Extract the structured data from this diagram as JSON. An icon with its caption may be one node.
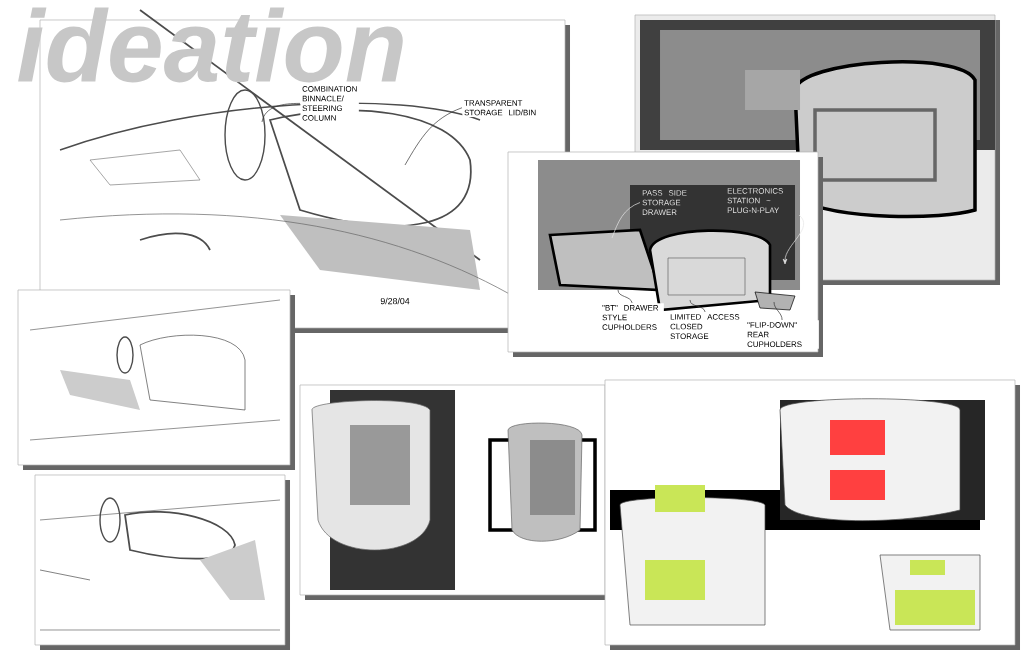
{
  "diagram": {
    "title": "ideation",
    "nodes": [
      {
        "text": [
          "COMBINATION BINNACLE/ STEERING COLUMN"
        ]
      },
      {
        "text": [
          "TRANSPARENT STORAGE LID/BIN"
        ]
      },
      {
        "text": [
          "PASS SIDE STORAGE DRAWER"
        ]
      },
      {
        "text": [
          "ELECTRONICS STATION ~ PLUG-N-PLAY"
        ]
      },
      {
        "text": [
          "\"BT\" DRAWER STYLE CUPHOLDERS"
        ]
      },
      {
        "text": [
          "LIMITED ACCESS CLOSED STORAGE"
        ]
      },
      {
        "text": [
          "\"FLIP-DOWN\" REAR CUPHOLDERS"
        ]
      }
    ],
    "edges": [
      {
        "from": 0,
        "to": null,
        "arrow": "none"
      },
      {
        "from": 1,
        "to": null,
        "arrow": "none"
      },
      {
        "from": 2,
        "to": null,
        "arrow": "none",
        "color": "#e5e5e5"
      },
      {
        "from": 3,
        "to": null,
        "arrow": "to",
        "color": "#e5e5e5"
      },
      {
        "from": 4,
        "to": null,
        "arrow": "none"
      },
      {
        "from": 5,
        "to": null,
        "arrow": "none"
      },
      {
        "from": 6,
        "to": null,
        "arrow": "none"
      }
    ],
    "labels": [
      "9/28/04"
    ]
  }
}
